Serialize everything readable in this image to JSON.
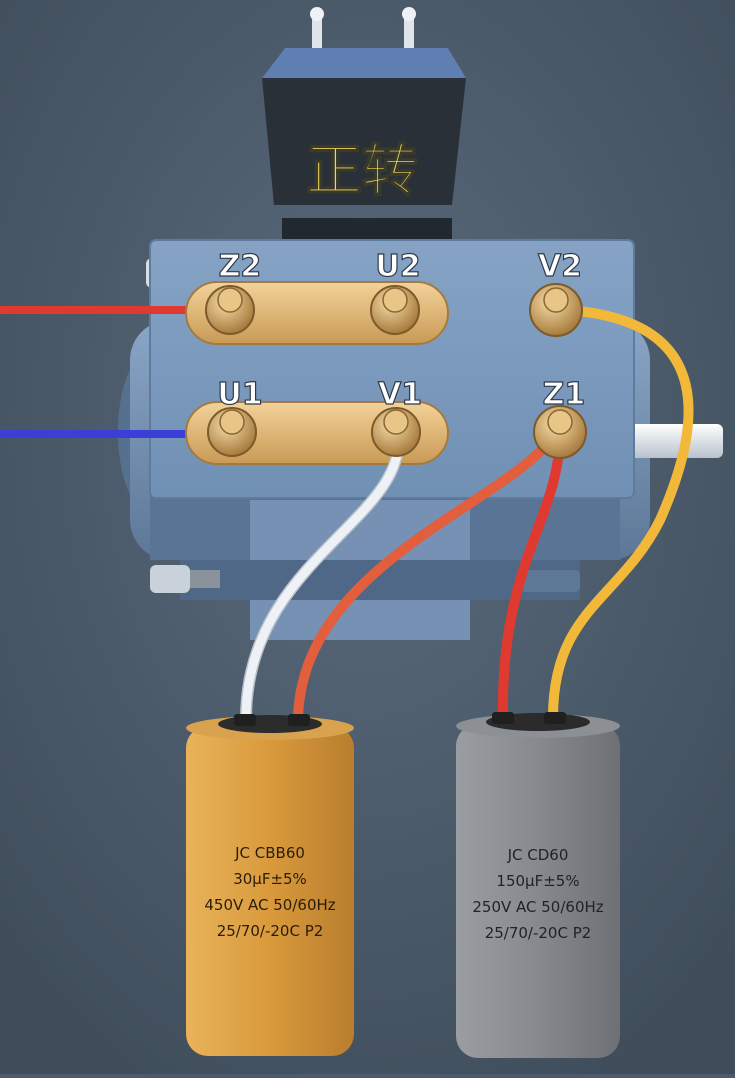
{
  "title": "正转",
  "terminals": {
    "z2": "Z2",
    "u2": "U2",
    "v2": "V2",
    "u1": "U1",
    "v1": "V1",
    "z1": "Z1"
  },
  "capacitor_run": {
    "line1": "JC  CBB60",
    "line2": "30μF±5%",
    "line3": "450V AC  50/60Hz",
    "line4": "25/70/-20C   P2",
    "color": "#e0a040"
  },
  "capacitor_start": {
    "line1": "JC  CD60",
    "line2": "150μF±5%",
    "line3": "250V AC  50/60Hz",
    "line4": "25/70/-20C   P2",
    "color": "#8a8d92"
  },
  "colors": {
    "background": "#4b5b6b",
    "motor_body": "#6a86a6",
    "terminal_board": "#7f9cbf",
    "title_text": "#f0d560",
    "wire_red": "#e03a30",
    "wire_blue": "#3b3fd8",
    "wire_white": "#eef2f6",
    "wire_orange": "#e25e3c",
    "wire_yellow": "#f2b83a"
  }
}
